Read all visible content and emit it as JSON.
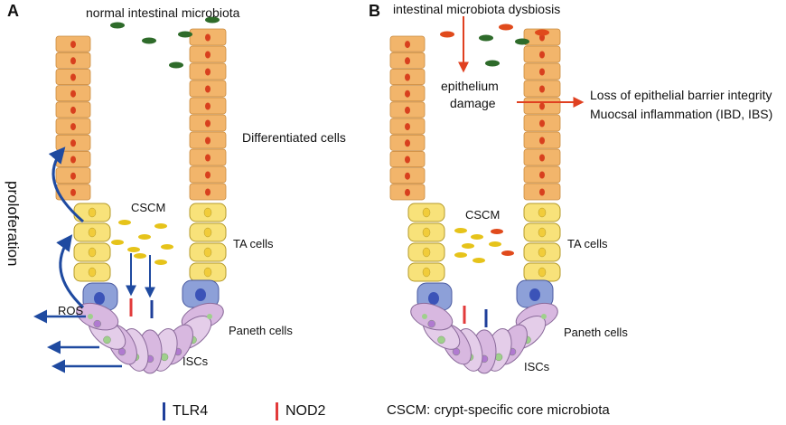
{
  "panels": {
    "a": {
      "letter": "A",
      "top_label": "normal intestinal microbiota",
      "differentiated_label": "Differentiated cells",
      "cscm_label": "CSCM",
      "ta_label": "TA cells",
      "paneth_label": "Paneth cells",
      "iscs_label": "ISCs",
      "ros_label": "ROS",
      "side_label": "proloferation"
    },
    "b": {
      "letter": "B",
      "top_label": "intestinal microbiota dysbiosis",
      "damage_label_1": "epithelium",
      "damage_label_2": "damage",
      "outcome_line_1": "Loss of epithelial barrier integrity",
      "outcome_line_2": "Muocsal inflammation (IBD, IBS)",
      "cscm_label": "CSCM",
      "ta_label": "TA cells",
      "paneth_label": "Paneth cells",
      "iscs_label": "ISCs"
    }
  },
  "legend": {
    "tlr4": "TLR4",
    "nod2": "NOD2",
    "cscm_def": "CSCM: crypt-specific core microbiota"
  },
  "colors": {
    "tlr4": "#1f3f9a",
    "nod2": "#e23a3a",
    "arrow_blue": "#1f4aa0",
    "arrow_red": "#e04020",
    "differentiated": "#f2b56b",
    "ta": "#f8e27a",
    "stem_blue": "#8da0d8",
    "paneth": "#d8b8e0",
    "microbe_green": "#2e6b2a",
    "microbe_red": "#e04a1c",
    "microbe_yellow": "#e6c31a"
  }
}
